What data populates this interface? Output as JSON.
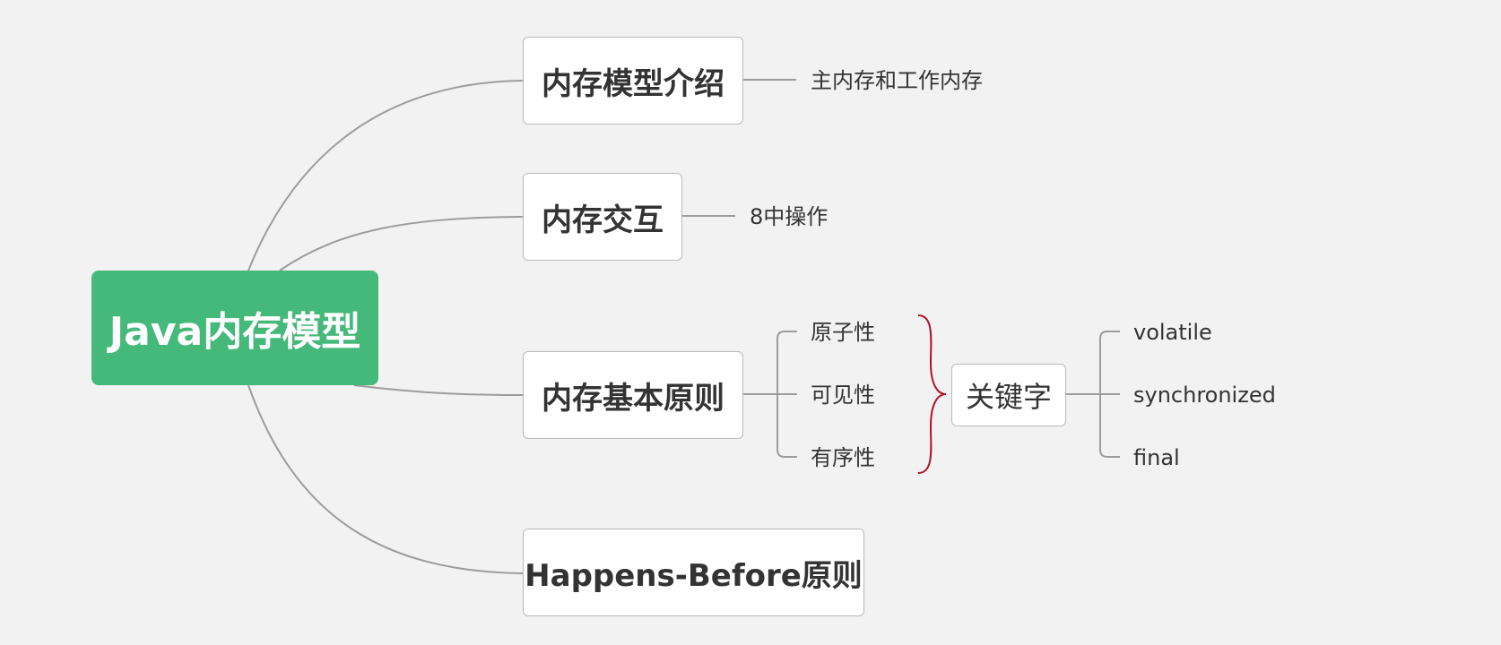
{
  "colors": {
    "background": "#f2f2f2",
    "root_fill": "#45b97a",
    "connector": "#9c9c9c",
    "brace": "#b0132a"
  },
  "root": {
    "label": "Java内存模型"
  },
  "branches": {
    "intro": {
      "label": "内存模型介绍",
      "children": [
        "主内存和工作内存"
      ]
    },
    "interaction": {
      "label": "内存交互",
      "children": [
        "8中操作"
      ]
    },
    "principles": {
      "label": "内存基本原则",
      "children": [
        "原子性",
        "可见性",
        "有序性"
      ],
      "summary": {
        "label": "关键字",
        "children": [
          "volatile",
          "synchronized",
          "final"
        ]
      }
    },
    "happens_before": {
      "label": "Happens-Before原则"
    }
  }
}
